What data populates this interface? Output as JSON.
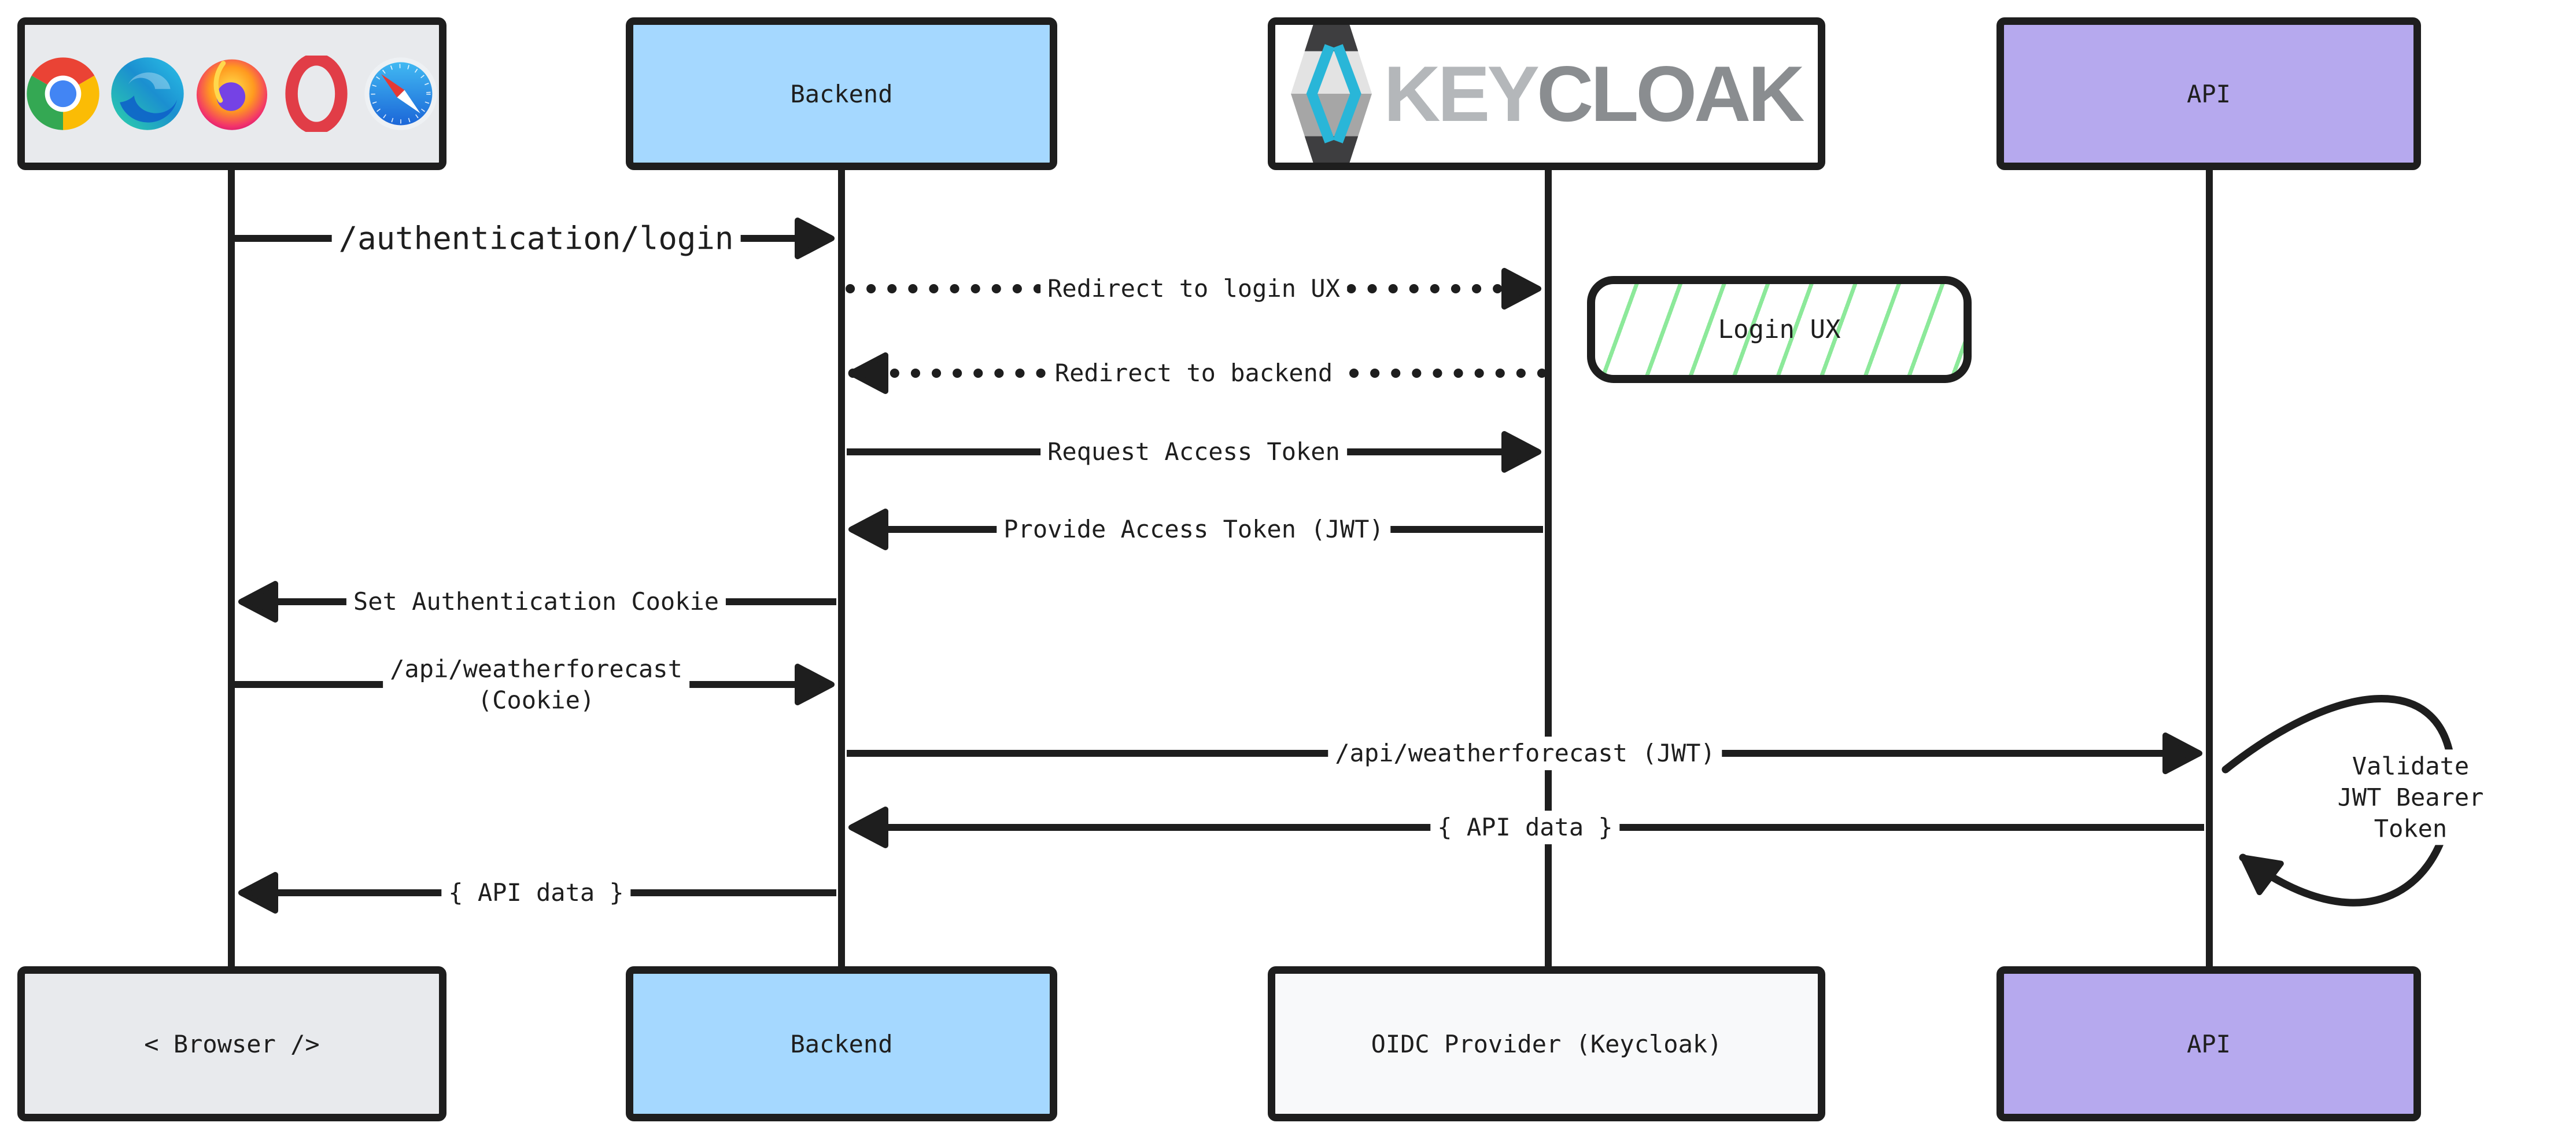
{
  "participants": {
    "browser": {
      "bottom_label": "< Browser />",
      "icons": [
        "chrome",
        "edge",
        "firefox",
        "opera",
        "safari"
      ]
    },
    "backend": {
      "top_label": "Backend",
      "bottom_label": "Backend"
    },
    "keycloak": {
      "logo_key": "KEY",
      "logo_cloak": "CLOAK",
      "bottom_label": "OIDC Provider (Keycloak)"
    },
    "api": {
      "top_label": "API",
      "bottom_label": "API"
    }
  },
  "messages": [
    {
      "from": "Browser",
      "to": "Backend",
      "style": "solid",
      "label": "/authentication/login"
    },
    {
      "from": "Backend",
      "to": "Keycloak",
      "style": "dotted",
      "label": "Redirect to login UX"
    },
    {
      "from": "Keycloak",
      "to": "Backend",
      "style": "dotted",
      "label": "Redirect to backend"
    },
    {
      "from": "Backend",
      "to": "Keycloak",
      "style": "solid",
      "label": "Request Access Token"
    },
    {
      "from": "Keycloak",
      "to": "Backend",
      "style": "solid",
      "label": "Provide Access Token (JWT)"
    },
    {
      "from": "Backend",
      "to": "Browser",
      "style": "solid",
      "label": "Set Authentication Cookie"
    },
    {
      "from": "Browser",
      "to": "Backend",
      "style": "solid",
      "label": "/api/weatherforecast\n(Cookie)"
    },
    {
      "from": "Backend",
      "to": "API",
      "style": "solid",
      "label": "/api/weatherforecast (JWT)"
    },
    {
      "from": "API",
      "to": "Backend",
      "style": "solid",
      "label": "{ API data }"
    },
    {
      "from": "Backend",
      "to": "Browser",
      "style": "solid",
      "label": "{ API data }"
    }
  ],
  "note": {
    "label": "Login UX"
  },
  "self_message": {
    "on": "API",
    "label": "Validate JWT Bearer\nToken"
  },
  "colors": {
    "stroke": "#1e1e1e",
    "backend_fill": "#a5d8ff",
    "api_fill": "#b6a9ee",
    "browser_fill": "#e8eaed",
    "oidc_fill": "#f8f9fa",
    "note_hatch": "#8ce99a",
    "keycloak_cyan": "#29b6d8"
  }
}
